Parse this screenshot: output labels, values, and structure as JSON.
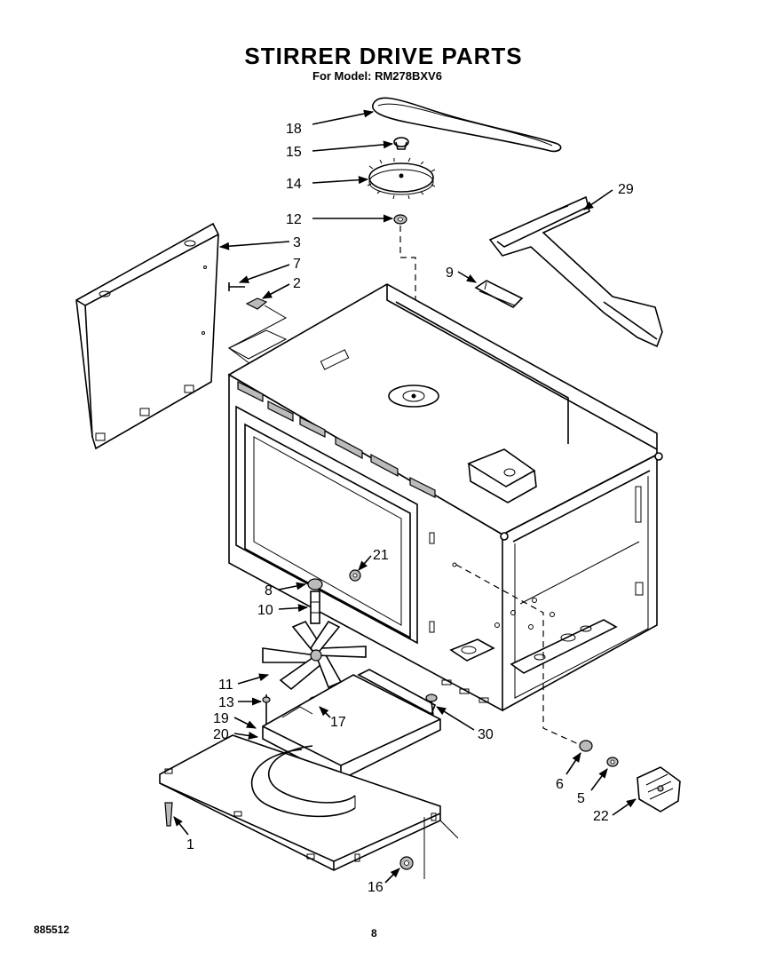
{
  "header": {
    "title": "STIRRER DRIVE PARTS",
    "model_prefix": "For Model:",
    "model": "RM278BXV6"
  },
  "footer": {
    "doc_number": "885512",
    "page_number": "8"
  },
  "callouts": {
    "c18": "18",
    "c15": "15",
    "c14": "14",
    "c12": "12",
    "c3": "3",
    "c7": "7",
    "c2": "2",
    "c29": "29",
    "c9": "9",
    "c21": "21",
    "c8": "8",
    "c10": "10",
    "c11": "11",
    "c13": "13",
    "c17": "17",
    "c19": "19",
    "c20": "20",
    "c30": "30",
    "c6": "6",
    "c5": "5",
    "c22": "22",
    "c1": "1",
    "c16": "16"
  }
}
